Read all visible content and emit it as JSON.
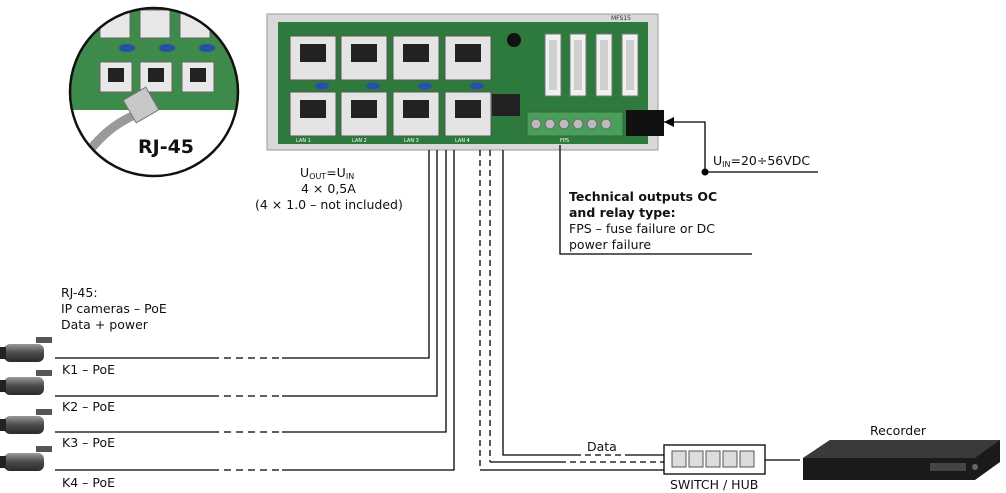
{
  "inset": {
    "label": "RJ-45"
  },
  "board": {
    "model": "MFS15",
    "lan_labels": [
      "LAN 1",
      "LAN 2",
      "LAN 3",
      "LAN 4"
    ],
    "terminal_labels": [
      "FPS"
    ]
  },
  "output_info": {
    "u_out": "U",
    "u_out_sub": "OUT",
    "u_eq": "=U",
    "u_in_sub": "IN",
    "current": "4 × 0,5A",
    "note": "(4 × 1.0 – not included)"
  },
  "input_voltage": {
    "prefix": "U",
    "sub": "IN",
    "value": "=20÷56VDC"
  },
  "technical": {
    "title_line1": "Technical outputs OC",
    "title_line2": "and relay type:",
    "line3": "FPS – fuse failure or DC",
    "line4": "power failure"
  },
  "cameras_info": {
    "line1": "RJ-45:",
    "line2": "IP cameras – PoE",
    "line3": "Data + power"
  },
  "cameras": [
    {
      "label": "K1 – PoE"
    },
    {
      "label": "K2 – PoE"
    },
    {
      "label": "K3 – PoE"
    },
    {
      "label": "K4 – PoE"
    }
  ],
  "data_label": "Data",
  "switch_label": "SWITCH / HUB",
  "recorder_label": "Recorder",
  "colors": {
    "board_green": "#2e7a3c",
    "line": "#000000"
  }
}
